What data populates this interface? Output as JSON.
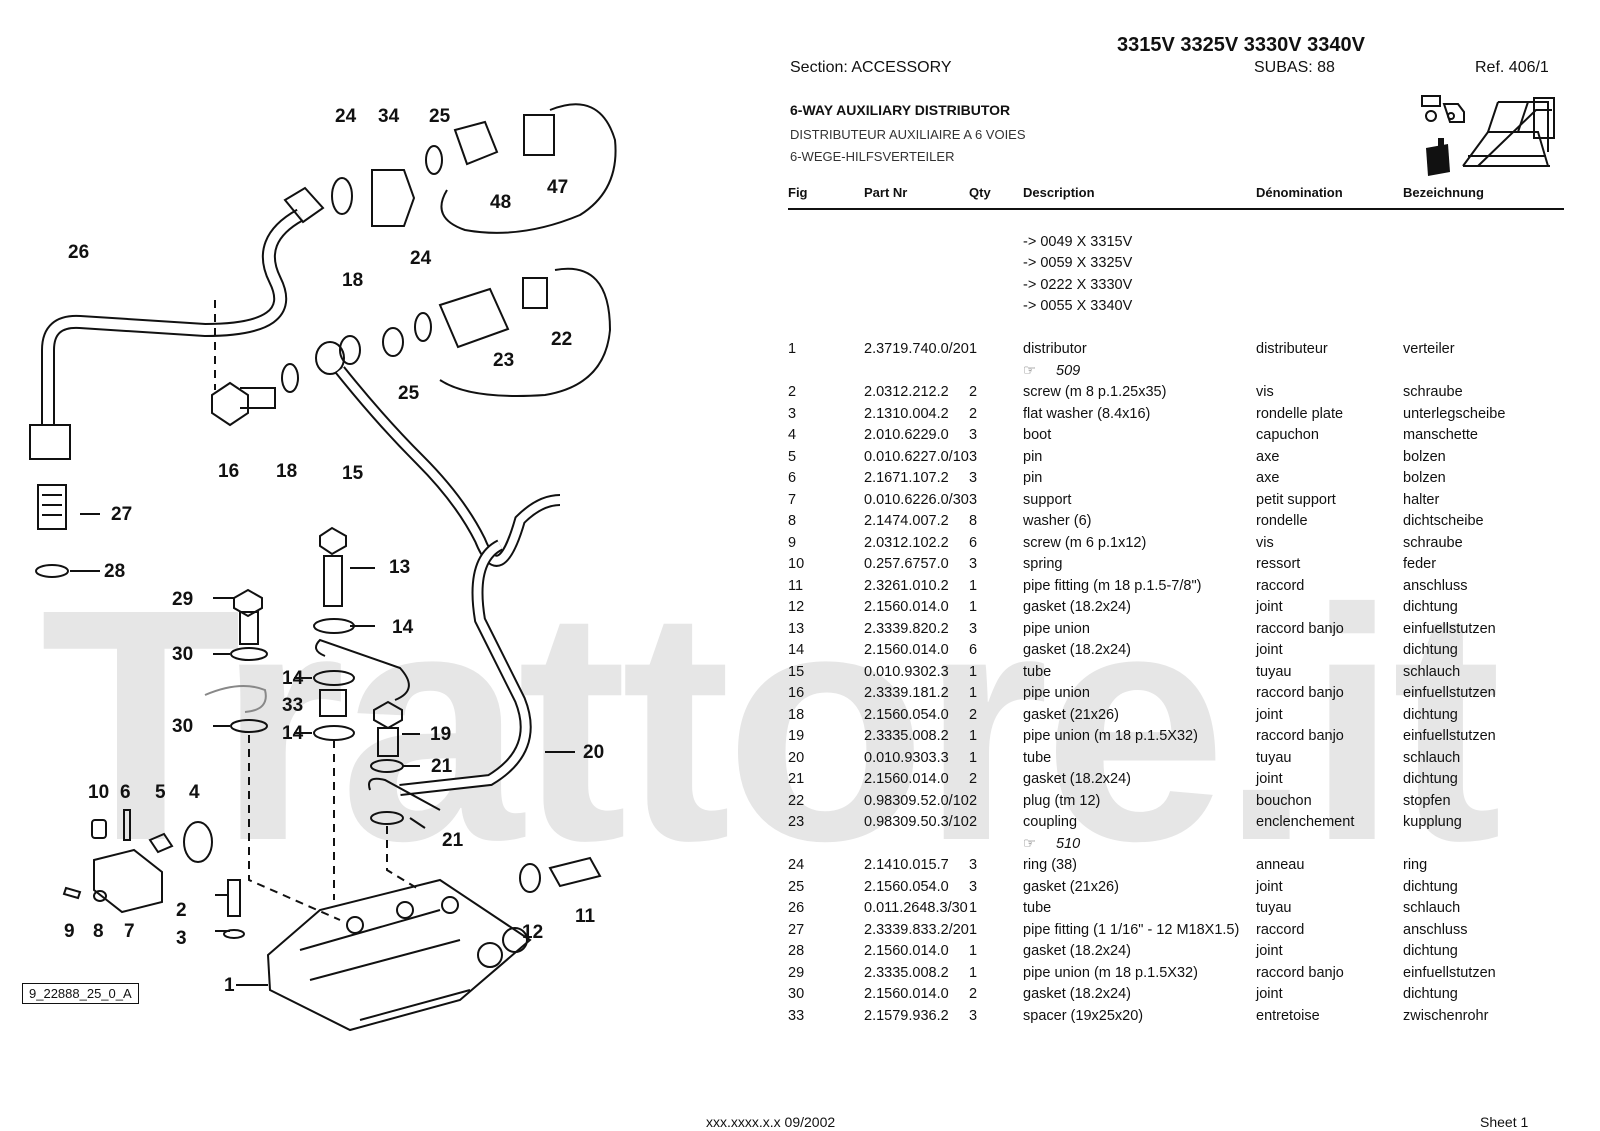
{
  "header": {
    "models": "3315V 3325V 3330V 3340V",
    "section": "Section: ACCESSORY",
    "subas": "SUBAS: 88",
    "ref": "Ref. 406/1",
    "title": "6-WAY AUXILIARY DISTRIBUTOR",
    "title_fr": "DISTRIBUTEUR AUXILIAIRE A 6 VOIES",
    "title_de": "6-WEGE-HILFSVERTEILER"
  },
  "table": {
    "columns": [
      "Fig",
      "Part Nr",
      "Qty",
      "Description",
      "Dénomination",
      "Bezeichnung"
    ],
    "serials": [
      "-> 0049 X  3315V",
      "-> 0059 X  3325V",
      "-> 0222 X  3330V",
      "-> 0055 X  3340V"
    ],
    "rows": [
      {
        "fig": "1",
        "part": "2.3719.740.0/20",
        "qty": "1",
        "desc": "distributor",
        "den": "distributeur",
        "bez": "verteiler",
        "ref": "509"
      },
      {
        "fig": "2",
        "part": "2.0312.212.2",
        "qty": "2",
        "desc": "screw (m 8 p.1.25x35)",
        "den": "vis",
        "bez": "schraube"
      },
      {
        "fig": "3",
        "part": "2.1310.004.2",
        "qty": "2",
        "desc": "flat washer (8.4x16)",
        "den": "rondelle plate",
        "bez": "unterlegscheibe"
      },
      {
        "fig": "4",
        "part": "2.010.6229.0",
        "qty": "3",
        "desc": "boot",
        "den": "capuchon",
        "bez": "manschette"
      },
      {
        "fig": "5",
        "part": "0.010.6227.0/10",
        "qty": "3",
        "desc": "pin",
        "den": "axe",
        "bez": "bolzen"
      },
      {
        "fig": "6",
        "part": "2.1671.107.2",
        "qty": "3",
        "desc": "pin",
        "den": "axe",
        "bez": "bolzen"
      },
      {
        "fig": "7",
        "part": "0.010.6226.0/30",
        "qty": "3",
        "desc": "support",
        "den": "petit support",
        "bez": "halter"
      },
      {
        "fig": "8",
        "part": "2.1474.007.2",
        "qty": "8",
        "desc": "washer (6)",
        "den": "rondelle",
        "bez": "dichtscheibe"
      },
      {
        "fig": "9",
        "part": "2.0312.102.2",
        "qty": "6",
        "desc": "screw (m 6 p.1x12)",
        "den": "vis",
        "bez": "schraube"
      },
      {
        "fig": "10",
        "part": "0.257.6757.0",
        "qty": "3",
        "desc": "spring",
        "den": "ressort",
        "bez": "feder"
      },
      {
        "fig": "11",
        "part": "2.3261.010.2",
        "qty": "1",
        "desc": "pipe fitting (m 18 p.1.5-7/8\")",
        "den": "raccord",
        "bez": "anschluss"
      },
      {
        "fig": "12",
        "part": "2.1560.014.0",
        "qty": "1",
        "desc": "gasket (18.2x24)",
        "den": "joint",
        "bez": "dichtung"
      },
      {
        "fig": "13",
        "part": "2.3339.820.2",
        "qty": "3",
        "desc": "pipe union",
        "den": "raccord banjo",
        "bez": "einfuellstutzen"
      },
      {
        "fig": "14",
        "part": "2.1560.014.0",
        "qty": "6",
        "desc": "gasket (18.2x24)",
        "den": "joint",
        "bez": "dichtung"
      },
      {
        "fig": "15",
        "part": "0.010.9302.3",
        "qty": "1",
        "desc": "tube",
        "den": "tuyau",
        "bez": "schlauch"
      },
      {
        "fig": "16",
        "part": "2.3339.181.2",
        "qty": "1",
        "desc": "pipe union",
        "den": "raccord banjo",
        "bez": "einfuellstutzen"
      },
      {
        "fig": "18",
        "part": "2.1560.054.0",
        "qty": "2",
        "desc": "gasket (21x26)",
        "den": "joint",
        "bez": "dichtung"
      },
      {
        "fig": "19",
        "part": "2.3335.008.2",
        "qty": "1",
        "desc": "pipe union (m 18 p.1.5X32)",
        "den": "raccord banjo",
        "bez": "einfuellstutzen"
      },
      {
        "fig": "20",
        "part": "0.010.9303.3",
        "qty": "1",
        "desc": "tube",
        "den": "tuyau",
        "bez": "schlauch"
      },
      {
        "fig": "21",
        "part": "2.1560.014.0",
        "qty": "2",
        "desc": "gasket (18.2x24)",
        "den": "joint",
        "bez": "dichtung"
      },
      {
        "fig": "22",
        "part": "0.98309.52.0/10",
        "qty": "2",
        "desc": "plug (tm 12)",
        "den": "bouchon",
        "bez": "stopfen"
      },
      {
        "fig": "23",
        "part": "0.98309.50.3/10",
        "qty": "2",
        "desc": "coupling",
        "den": "enclenchement",
        "bez": "kupplung",
        "ref": "510"
      },
      {
        "fig": "24",
        "part": "2.1410.015.7",
        "qty": "3",
        "desc": "ring (38)",
        "den": "anneau",
        "bez": "ring"
      },
      {
        "fig": "25",
        "part": "2.1560.054.0",
        "qty": "3",
        "desc": "gasket (21x26)",
        "den": "joint",
        "bez": "dichtung"
      },
      {
        "fig": "26",
        "part": "0.011.2648.3/30",
        "qty": "1",
        "desc": "tube",
        "den": "tuyau",
        "bez": "schlauch"
      },
      {
        "fig": "27",
        "part": "2.3339.833.2/20",
        "qty": "1",
        "desc": "pipe fitting (1 1/16\" - 12 M18X1.5)",
        "den": "raccord",
        "bez": "anschluss"
      },
      {
        "fig": "28",
        "part": "2.1560.014.0",
        "qty": "1",
        "desc": "gasket (18.2x24)",
        "den": "joint",
        "bez": "dichtung"
      },
      {
        "fig": "29",
        "part": "2.3335.008.2",
        "qty": "1",
        "desc": "pipe union (m 18 p.1.5X32)",
        "den": "raccord banjo",
        "bez": "einfuellstutzen"
      },
      {
        "fig": "30",
        "part": "2.1560.014.0",
        "qty": "2",
        "desc": "gasket (18.2x24)",
        "den": "joint",
        "bez": "dichtung"
      },
      {
        "fig": "33",
        "part": "2.1579.936.2",
        "qty": "3",
        "desc": "spacer (19x25x20)",
        "den": "entretoise",
        "bez": "zwischenrohr"
      }
    ]
  },
  "diagram": {
    "code": "9_22888_25_0_A",
    "callouts": [
      "24",
      "34",
      "25",
      "48",
      "47",
      "26",
      "18",
      "24",
      "22",
      "23",
      "25",
      "16",
      "18",
      "15",
      "27",
      "28",
      "13",
      "14",
      "29",
      "30",
      "14",
      "33",
      "14",
      "19",
      "30",
      "21",
      "20",
      "10",
      "6",
      "5",
      "4",
      "21",
      "11",
      "12",
      "2",
      "3",
      "9",
      "8",
      "7",
      "1"
    ]
  },
  "watermark": "Trattore.it",
  "footer": {
    "code": "xxx.xxxx.x.x  09/2002",
    "sheet": "Sheet 1"
  }
}
